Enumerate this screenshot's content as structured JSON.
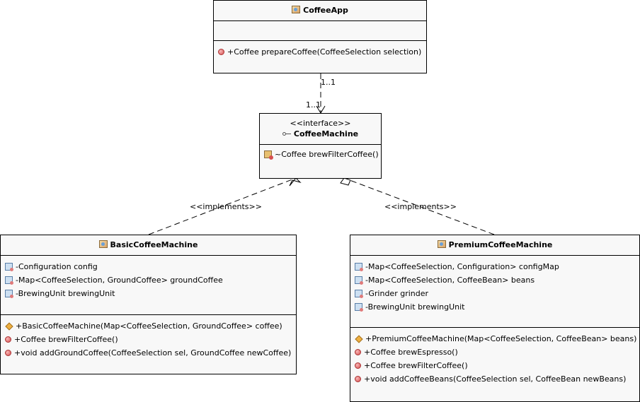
{
  "classes": {
    "coffee_app": {
      "name": "CoffeeApp",
      "methods": [
        "+Coffee prepareCoffee(CoffeeSelection selection)"
      ]
    },
    "coffee_machine": {
      "stereotype": "<<interface>>",
      "name": "CoffeeMachine",
      "methods": [
        "~Coffee brewFilterCoffee()"
      ]
    },
    "basic": {
      "name": "BasicCoffeeMachine",
      "fields": [
        "-Configuration config",
        "-Map<CoffeeSelection, GroundCoffee> groundCoffee",
        "-BrewingUnit brewingUnit"
      ],
      "methods": [
        "+BasicCoffeeMachine(Map<CoffeeSelection, GroundCoffee> coffee)",
        "+Coffee brewFilterCoffee()",
        "+void addGroundCoffee(CoffeeSelection sel, GroundCoffee newCoffee)"
      ]
    },
    "premium": {
      "name": "PremiumCoffeeMachine",
      "fields": [
        "-Map<CoffeeSelection, Configuration> configMap",
        "-Map<CoffeeSelection, CoffeeBean> beans",
        "-Grinder grinder",
        "-BrewingUnit brewingUnit"
      ],
      "methods": [
        "+PremiumCoffeeMachine(Map<CoffeeSelection, CoffeeBean> beans)",
        "+Coffee brewEspresso()",
        "+Coffee brewFilterCoffee()",
        "+void addCoffeeBeans(CoffeeSelection sel, CoffeeBean newBeans)"
      ]
    }
  },
  "relations": {
    "dependency": {
      "source_multiplicity": "1..1",
      "target_multiplicity": "1..1"
    },
    "implements_basic": "<<implements>>",
    "implements_premium": "<<implements>>"
  }
}
